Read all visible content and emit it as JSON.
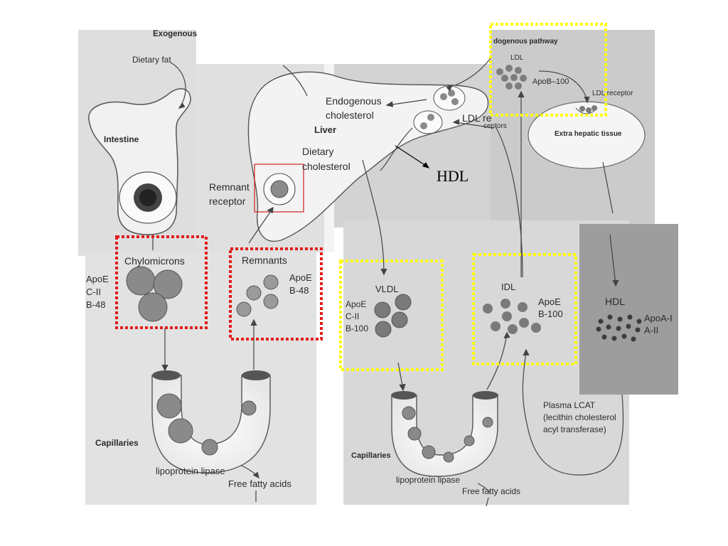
{
  "labels": {
    "exogenous": "Exogenous",
    "dietary_fat": "Dietary fat",
    "intestine": "Intestine",
    "chylomicrons": "Chylomicrons",
    "apoe_left": "ApoE",
    "cii_left": "C-II",
    "b48_left": "B-48",
    "remnants": "Remnants",
    "remnants_apoe": "ApoE",
    "remnants_b48": "B-48",
    "remnant_receptor_1": "Remnant",
    "remnant_receptor_2": "receptor",
    "liver": "Liver",
    "endogenous_chol_1": "Endogenous",
    "endogenous_chol_2": "cholesterol",
    "dietary_chol_1": "Dietary",
    "dietary_chol_2": "cholesterol",
    "ldl_receptors_1": "LDL re",
    "ldl_receptors_2": "ceptors",
    "hdl_annotation": "HDL",
    "endogenous_pathway": "dogenous pathway",
    "ldl": "LDL",
    "apob100_top": "ApoB–100",
    "ldl_receptor_right": "LDL receptor",
    "extra_hepatic": "Extra hepatic tissue",
    "vldl": "VLDL",
    "vldl_apoe": "ApoE",
    "vldl_cii": "C-II",
    "vldl_b100": "B-100",
    "idl": "IDL",
    "idl_apoe": "ApoE",
    "idl_b100": "B-100",
    "hdl": "HDL",
    "hdl_apoa1": "ApoA-I",
    "hdl_aii": "A-II",
    "capillaries_left": "Capillaries",
    "lipase_left": "lipoprotein  lipase",
    "ffa_left": "Free fatty acids",
    "capillaries_right": "Capillaries",
    "lipase_right": "lipoprotein  lipase",
    "ffa_right": "Free fatty acids",
    "lcat_1": "Plasma LCAT",
    "lcat_2": "(lecithin cholesterol",
    "lcat_3": "acyl transferase)"
  },
  "colors": {
    "panel_light": "#e4e4e4",
    "panel_mid": "#dadada",
    "panel_dark": "#9c9c9c",
    "particle": "#8a8a8a",
    "highlight_red": "#e21b1b",
    "highlight_yellow": "#ffff00",
    "receptor_box": "#d42020"
  }
}
